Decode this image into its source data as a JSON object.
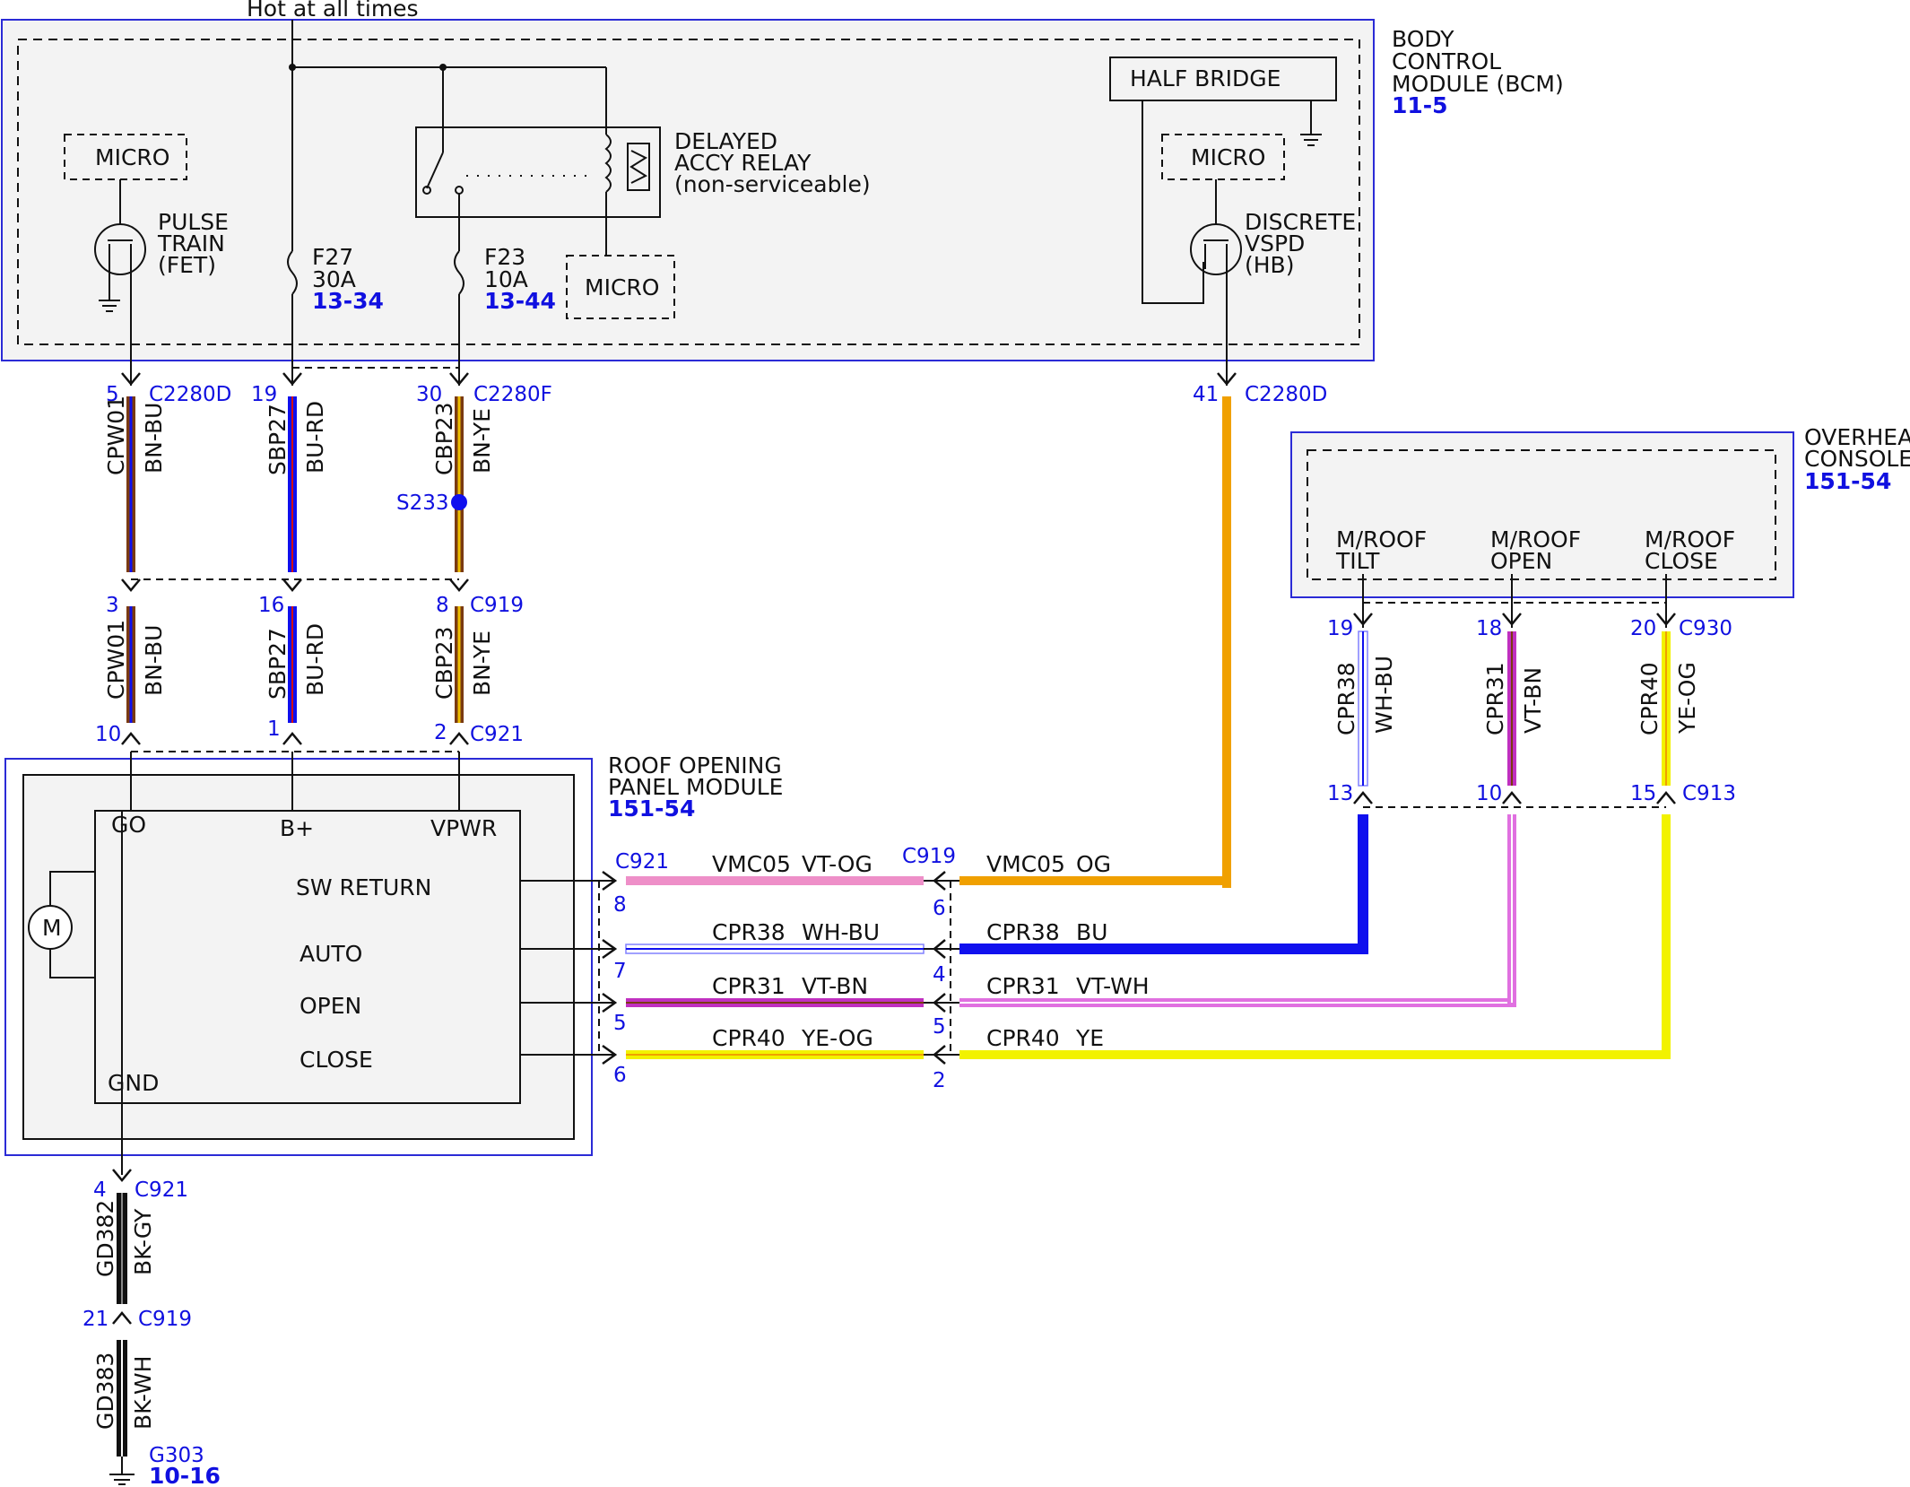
{
  "labels": {
    "hot": "Hot at all times",
    "bcm": [
      "BODY",
      "CONTROL",
      "MODULE (BCM)"
    ],
    "bcm_ref": "11-5",
    "half_bridge": "HALF BRIDGE",
    "micro": "MICRO",
    "pulse": [
      "PULSE",
      "TRAIN",
      "(FET)"
    ],
    "discrete": [
      "DISCRETE",
      "VSPD",
      "(HB)"
    ],
    "relay": [
      "DELAYED",
      "ACCY RELAY",
      "(non-serviceable)"
    ],
    "f27": [
      "F27",
      "30A"
    ],
    "f27_ref": "13-34",
    "f23": [
      "F23",
      "10A"
    ],
    "f23_ref": "13-44",
    "s233": "S233",
    "overhead": [
      "OVERHEAD",
      "CONSOLE"
    ],
    "overhead_ref": "151-54",
    "mroof_tilt": [
      "M/ROOF",
      "TILT"
    ],
    "mroof_open": [
      "M/ROOF",
      "OPEN"
    ],
    "mroof_close": [
      "M/ROOF",
      "CLOSE"
    ],
    "ropm": [
      "ROOF OPENING",
      "PANEL MODULE"
    ],
    "ropm_ref": "151-54",
    "go": "GO",
    "bplus": "B+",
    "vpwr": "VPWR",
    "gnd": "GND",
    "sw_return": "SW RETURN",
    "auto": "AUTO",
    "open": "OPEN",
    "close": "CLOSE",
    "motor": "M",
    "g303": "G303",
    "g303_ref": "10-16"
  },
  "connectors": {
    "c2280d": "C2280D",
    "c2280f": "C2280F",
    "c919": "C919",
    "c921": "C921",
    "c930": "C930",
    "c913": "C913"
  },
  "pins": {
    "p5": "5",
    "p19": "19",
    "p30": "30",
    "p41": "41",
    "p3": "3",
    "p16": "16",
    "p8": "8",
    "p10": "10",
    "p1": "1",
    "p2": "2",
    "o19": "19",
    "o18": "18",
    "o20": "20",
    "o13": "13",
    "o10": "10",
    "o15": "15",
    "h8": "8",
    "h6": "6",
    "h7": "7",
    "h4": "4",
    "h5a": "5",
    "h5b": "5",
    "h6b": "6",
    "h2": "2",
    "g4": "4",
    "g21": "21"
  },
  "wires": {
    "cpw01": "CPW01",
    "bnbu": "BN-BU",
    "sbp27": "SBP27",
    "burd": "BU-RD",
    "cbp23": "CBP23",
    "bnye": "BN-YE",
    "cpr38": "CPR38",
    "whbu": "WH-BU",
    "cpr31": "CPR31",
    "vtbn": "VT-BN",
    "cpr40": "CPR40",
    "yeog": "YE-OG",
    "vmc05": "VMC05",
    "vtog": "VT-OG",
    "og": "OG",
    "bu": "BU",
    "vtwh": "VT-WH",
    "ye": "YE",
    "gd382": "GD382",
    "bkgy": "BK-GY",
    "gd383": "GD383",
    "bkwh": "BK-WH"
  },
  "colors": {
    "module_border": "#2b2bd6",
    "ref_blue": "#1010e0",
    "brown": "#7a3a12",
    "blue": "#1010ee",
    "orange": "#f0a000",
    "yellow": "#f2f200",
    "violet": "#c030c0",
    "pink": "#ee8fc8"
  }
}
